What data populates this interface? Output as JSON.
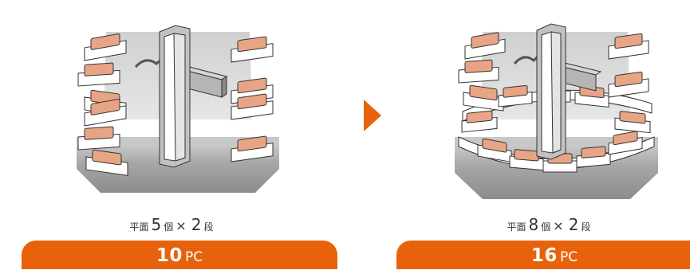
{
  "left": {
    "caption": {
      "prefix": "平面",
      "per_level": "5",
      "unit_kanji": "個",
      "times": "×",
      "levels": "2",
      "suffix": "段"
    },
    "total": {
      "number": "10",
      "unit": "PC"
    }
  },
  "right": {
    "caption": {
      "prefix": "平面",
      "per_level": "8",
      "unit_kanji": "個",
      "times": "×",
      "levels": "2",
      "suffix": "段"
    },
    "total": {
      "number": "16",
      "unit": "PC"
    }
  },
  "colors": {
    "accent": "#e8620c",
    "pallet": "#e8a585",
    "floor": "#9a9a9a"
  },
  "icons": {
    "arrow": "arrow-right-icon"
  }
}
